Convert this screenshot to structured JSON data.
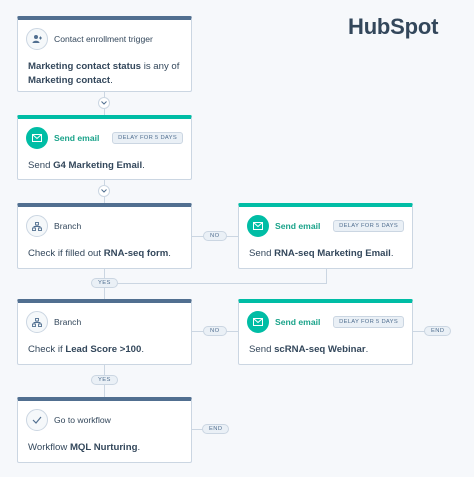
{
  "brand": {
    "logo_text": "HubSpot"
  },
  "trigger": {
    "title": "Contact enrollment trigger",
    "body_bold1": "Marketing contact status",
    "body_text1": " is any of ",
    "body_bold2": "Marketing contact",
    "body_text2": "."
  },
  "email1": {
    "title": "Send email",
    "delay": "DELAY FOR 5 DAYS",
    "body_text": "Send ",
    "body_bold": "G4 Marketing Email",
    "body_end": "."
  },
  "branch1": {
    "title": "Branch",
    "body_text": "Check if filled out ",
    "body_bold": "RNA-seq form",
    "body_end": "."
  },
  "email2": {
    "title": "Send email",
    "delay": "DELAY FOR 5 DAYS",
    "body_text": "Send ",
    "body_bold": "RNA-seq Marketing Email",
    "body_end": "."
  },
  "branch2": {
    "title": "Branch",
    "body_text": "Check if ",
    "body_bold": "Lead Score >100",
    "body_end": "."
  },
  "email3": {
    "title": "Send email",
    "delay": "DELAY FOR 5 DAYS",
    "body_text": "Send ",
    "body_bold": "scRNA-seq Webinar",
    "body_end": "."
  },
  "goto": {
    "title": "Go to workflow",
    "body_text": "Workflow ",
    "body_bold": "MQL Nurturing",
    "body_end": "."
  },
  "labels": {
    "no1": "NO",
    "yes1": "YES",
    "no2": "NO",
    "yes2": "YES",
    "end1": "END",
    "end2": "END"
  },
  "colors": {
    "accent_green": "#00bda5",
    "header_slate": "#516f90",
    "text": "#33475b"
  }
}
